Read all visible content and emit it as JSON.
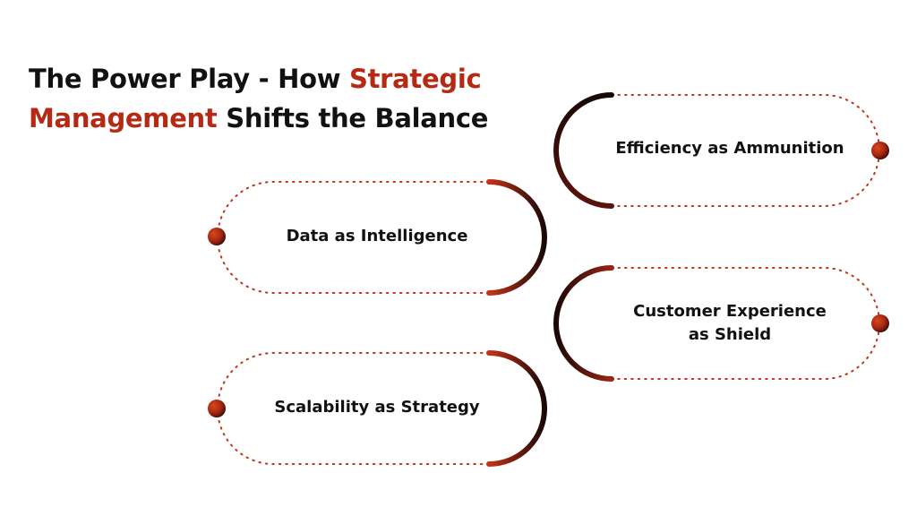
{
  "title": {
    "part1": "The Power Play - How ",
    "accent1": "Strategic",
    "accent2": "Management",
    "part2": " Shifts the Balance"
  },
  "items": [
    {
      "label": "Efficiency as Ammunition",
      "side": "right"
    },
    {
      "label": "Data as Intelligence",
      "side": "left"
    },
    {
      "label_line1": "Customer Experience",
      "label_line2": "as Shield",
      "side": "right"
    },
    {
      "label": "Scalability as Strategy",
      "side": "left"
    }
  ],
  "colors": {
    "accent": "#b42a14",
    "dark": "#1a0806",
    "text": "#111111",
    "dots": "#c0341a"
  }
}
